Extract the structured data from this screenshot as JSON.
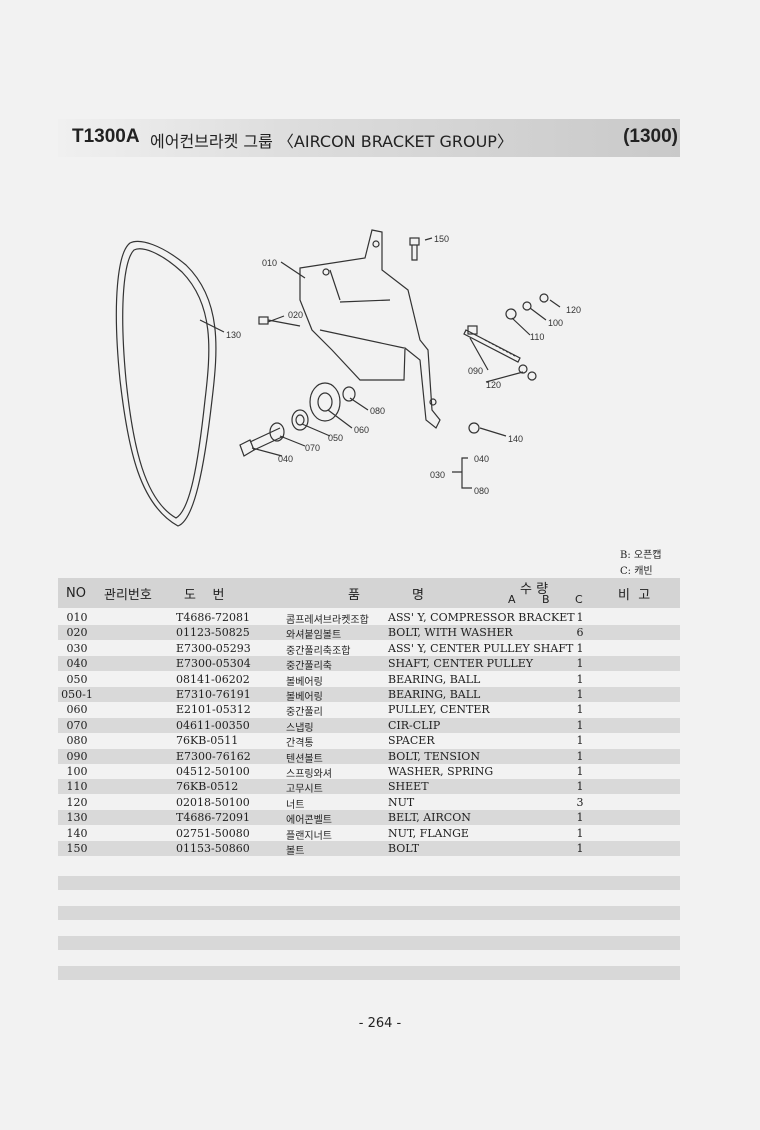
{
  "header": {
    "code": "T1300A",
    "title": "에어컨브라켓 그룹 〈AIRCON BRACKET GROUP〉",
    "number": "(1300)"
  },
  "diagram": {
    "callouts": [
      "150",
      "010",
      "020",
      "130",
      "120",
      "100",
      "110",
      "090",
      "120",
      "080",
      "060",
      "050",
      "070",
      "040",
      "140",
      "040",
      "030",
      "080"
    ]
  },
  "legend": {
    "b": "B: 오픈캡",
    "c": "C: 캐빈"
  },
  "table": {
    "headers": {
      "no": "NO",
      "mgmt": "관리번호",
      "drawing": "도    번",
      "name1": "품",
      "name2": "명",
      "qty": "수 량",
      "qa": "A",
      "qb": "B",
      "qc": "C",
      "remark": "비  고"
    },
    "rows": [
      {
        "no": "010",
        "part": "T4686-72081",
        "kname": "콤프레셔브라켓조합",
        "ename": "ASS' Y, COMPRESSOR BRACKET",
        "qty": "1"
      },
      {
        "no": "020",
        "part": "01123-50825",
        "kname": "와셔붙임볼트",
        "ename": "BOLT, WITH WASHER",
        "qty": "6"
      },
      {
        "no": "030",
        "part": "E7300-05293",
        "kname": "중간풀리축조합",
        "ename": "ASS' Y, CENTER PULLEY SHAFT",
        "qty": "1"
      },
      {
        "no": "040",
        "part": "E7300-05304",
        "kname": "중간풀리축",
        "ename": "SHAFT, CENTER PULLEY",
        "qty": "1"
      },
      {
        "no": "050",
        "part": "08141-06202",
        "kname": "볼베어링",
        "ename": "BEARING, BALL",
        "qty": "1"
      },
      {
        "no": "050-1",
        "part": "E7310-76191",
        "kname": "볼베어링",
        "ename": "BEARING, BALL",
        "qty": "1"
      },
      {
        "no": "060",
        "part": "E2101-05312",
        "kname": "중간풀리",
        "ename": "PULLEY, CENTER",
        "qty": "1"
      },
      {
        "no": "070",
        "part": "04611-00350",
        "kname": "스냅링",
        "ename": "CIR-CLIP",
        "qty": "1"
      },
      {
        "no": "080",
        "part": "76KB-0511",
        "kname": "간격통",
        "ename": "SPACER",
        "qty": "1"
      },
      {
        "no": "090",
        "part": "E7300-76162",
        "kname": "텐션볼트",
        "ename": "BOLT, TENSION",
        "qty": "1"
      },
      {
        "no": "100",
        "part": "04512-50100",
        "kname": "스프링와셔",
        "ename": "WASHER, SPRING",
        "qty": "1"
      },
      {
        "no": "110",
        "part": "76KB-0512",
        "kname": "고무시트",
        "ename": "SHEET",
        "qty": "1"
      },
      {
        "no": "120",
        "part": "02018-50100",
        "kname": "너트",
        "ename": "NUT",
        "qty": "3"
      },
      {
        "no": "130",
        "part": "T4686-72091",
        "kname": "에어콘벨트",
        "ename": "BELT, AIRCON",
        "qty": "1"
      },
      {
        "no": "140",
        "part": "02751-50080",
        "kname": "플랜지너트",
        "ename": "NUT, FLANGE",
        "qty": "1"
      },
      {
        "no": "150",
        "part": "01153-50860",
        "kname": "볼트",
        "ename": "BOLT",
        "qty": "1"
      }
    ]
  },
  "footer": {
    "page": "- 264 -"
  }
}
